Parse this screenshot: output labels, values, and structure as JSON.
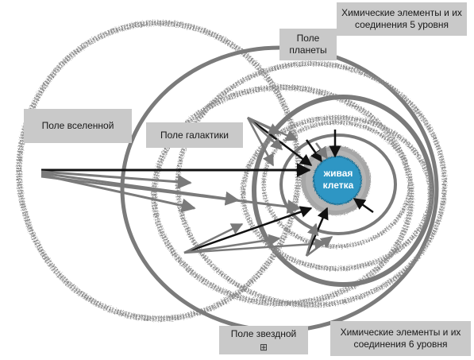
{
  "labels": {
    "universe": "Поле вселенной",
    "galaxy": "Поле галактики",
    "planet": "Поле планеты",
    "chem5": "Химические элементы и их соединения 5 уровня",
    "chem6": "Химические элементы и их соединения 6 уровня",
    "star": "Поле звездной",
    "cell": "живая клетка"
  },
  "anchor_glyph": "⊞",
  "colors": {
    "ring": "#8a8a8a",
    "ring_dark": "#6f6f6f",
    "arrow_black": "#111111",
    "arrow_gray": "#7a7a7a",
    "cell_fill": "#2f96c4",
    "cell_halo": "#9a9a9a",
    "label_bg": "#c9c9c9"
  }
}
